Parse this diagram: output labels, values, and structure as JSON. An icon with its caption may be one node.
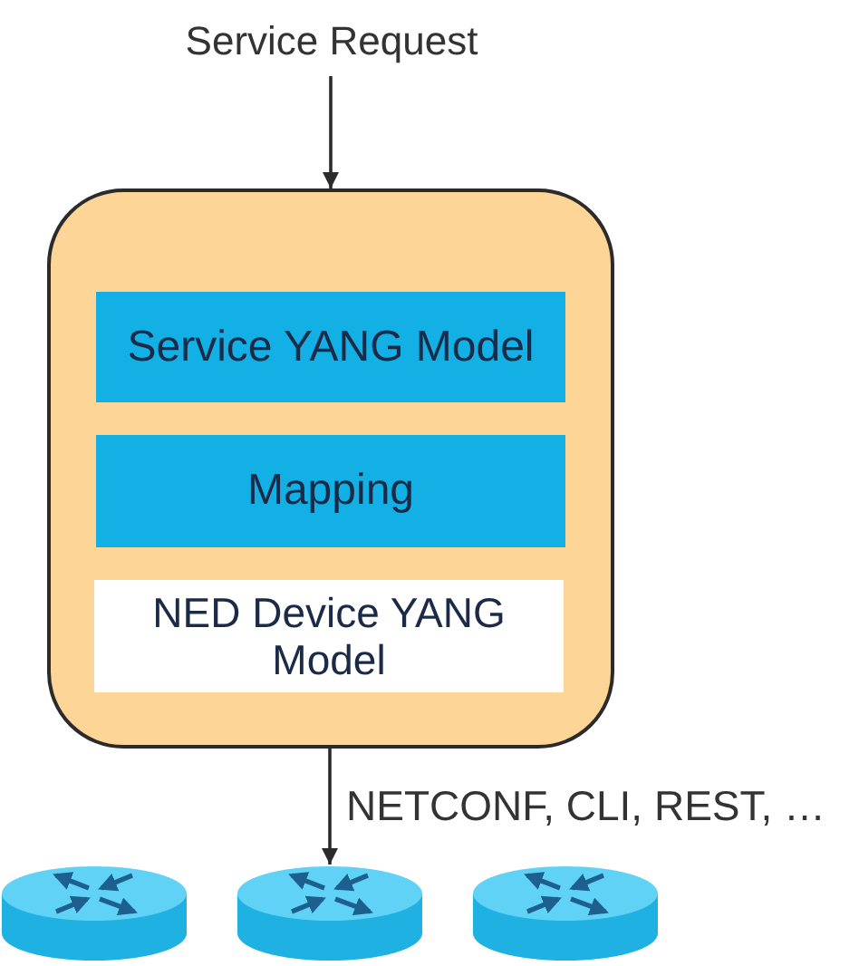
{
  "diagram": {
    "nodes": [
      {
        "text": [
          "Service Request"
        ]
      },
      {
        "text": [],
        "shape": "box"
      },
      {
        "text": [
          "Service YANG Model"
        ],
        "in": 1
      },
      {
        "text": [
          "Mapping"
        ],
        "in": 1
      },
      {
        "text": [
          "NED Device YANG Model"
        ],
        "in": 1
      },
      {
        "text": [],
        "shape": "cylinder"
      },
      {
        "text": [],
        "shape": "cylinder"
      },
      {
        "text": [],
        "shape": "cylinder"
      }
    ],
    "edges": [
      {
        "from": 0,
        "to": 1,
        "arrow": "to"
      },
      {
        "from": 1,
        "to": 6,
        "arrow": "to",
        "label": "NETCONF, CLI, REST, …"
      }
    ]
  }
}
